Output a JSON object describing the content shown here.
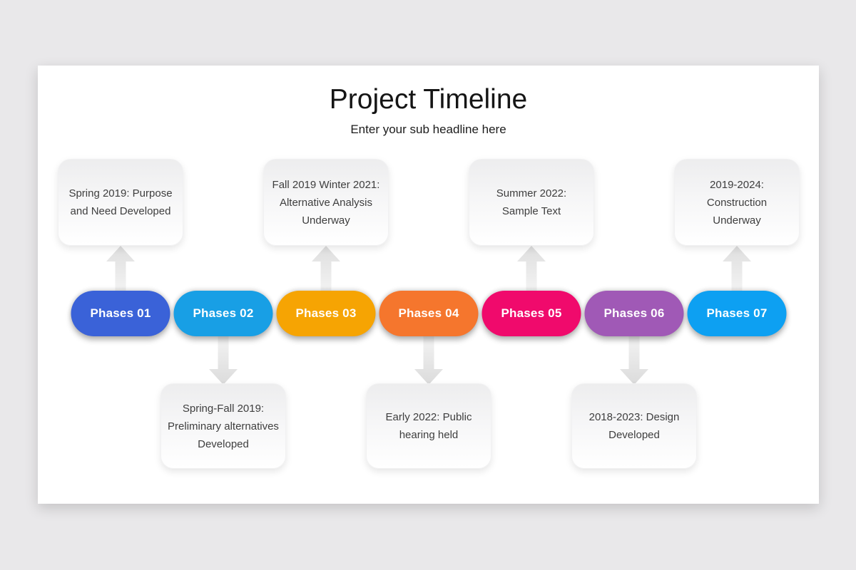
{
  "slide": {
    "title": "Project Timeline",
    "subtitle": "Enter your sub headline here"
  },
  "phases": [
    {
      "label": "Phases 01",
      "color": "#3a62d8",
      "note_position": "top",
      "note": "Spring 2019: Purpose\nand Need Developed"
    },
    {
      "label": "Phases 02",
      "color": "#189fe5",
      "note_position": "bottom",
      "note": "Spring-Fall 2019:\nPreliminary alternatives\nDeveloped"
    },
    {
      "label": "Phases 03",
      "color": "#f6a403",
      "note_position": "top",
      "note": "Fall 2019 Winter 2021:\nAlternative Analysis\nUnderway"
    },
    {
      "label": "Phases 04",
      "color": "#f5762d",
      "note_position": "bottom",
      "note": "Early 2022: Public\nhearing held"
    },
    {
      "label": "Phases 05",
      "color": "#f00a6c",
      "note_position": "top",
      "note": "Summer 2022:\nSample Text"
    },
    {
      "label": "Phases 06",
      "color": "#a059b6",
      "note_position": "bottom",
      "note": "2018-2023: Design\nDeveloped"
    },
    {
      "label": "Phases 07",
      "color": "#0da0f2",
      "note_position": "top",
      "note": "2019-2024:\nConstruction\nUnderway"
    }
  ]
}
